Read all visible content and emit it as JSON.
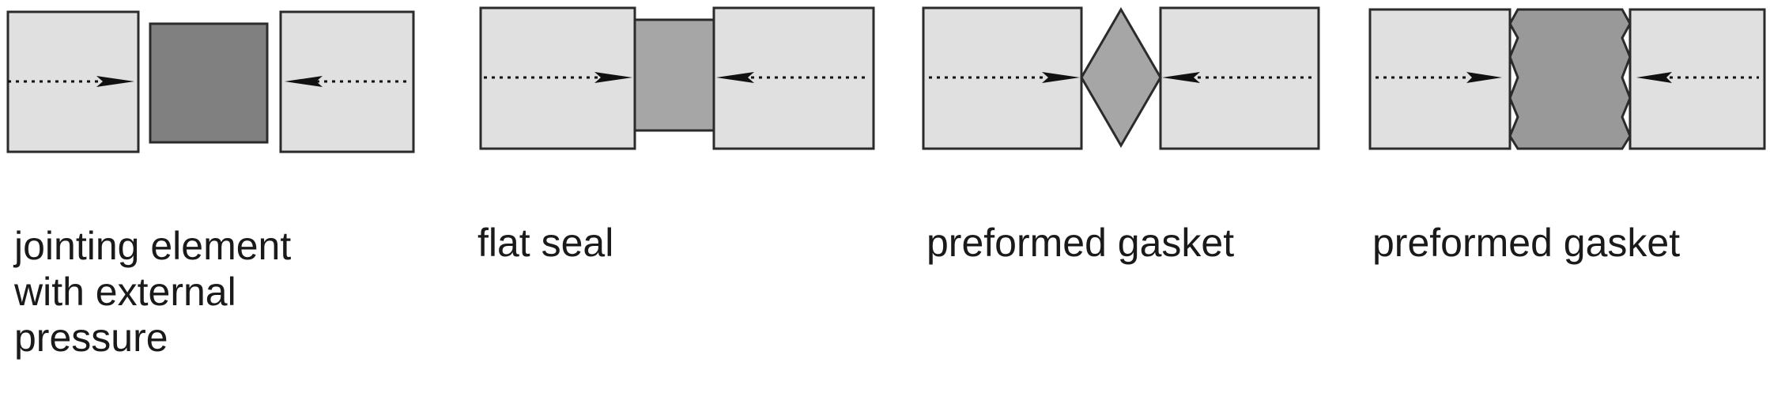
{
  "figure": {
    "panels": [
      {
        "id": "jointing-element",
        "label_lines": [
          "jointing element",
          "with external",
          "pressure"
        ]
      },
      {
        "id": "flat-seal",
        "label_lines": [
          "flat seal"
        ]
      },
      {
        "id": "preformed-gasket-diamond",
        "label_lines": [
          "preformed gasket"
        ]
      },
      {
        "id": "preformed-gasket-serrated",
        "label_lines": [
          "preformed gasket"
        ]
      }
    ]
  },
  "colors": {
    "block_fill": "#e0e0e0",
    "dark_seal": "#808080",
    "light_seal": "#a6a6a6",
    "outline": "#2b2b2b",
    "arrow": "#111111"
  }
}
